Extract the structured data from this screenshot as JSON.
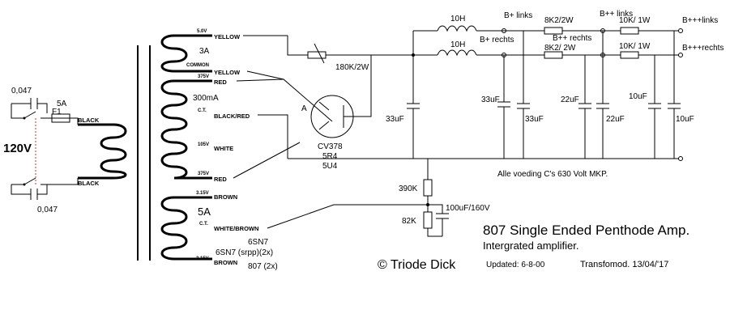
{
  "mains": {
    "voltage": "120V",
    "cap_top": "0,047",
    "cap_bottom": "0,047",
    "fuse": "F1",
    "fuse_rating": "5A",
    "wire_top": "BLACK",
    "wire_bottom": "BLACK"
  },
  "secondary_top": {
    "v1": "5.0V",
    "w1": "YELLOW",
    "current": "3A",
    "common": "COMMON",
    "w2": "YELLOW"
  },
  "secondary_hv": {
    "v1": "375V",
    "w1": "RED",
    "current": "300mA",
    "ct": "C.T.",
    "w_ct": "BLACK/RED",
    "v_mid": "105V",
    "w_mid": "WHITE",
    "v2": "375V",
    "w2": "RED"
  },
  "secondary_fil": {
    "v1": "3.15V",
    "w1": "BROWN",
    "current": "5A",
    "ct": "C.T.",
    "w_ct": "WHITE/BROWN",
    "v2": "3.15V",
    "w2": "BROWN"
  },
  "tubes": {
    "t1": "6SN7",
    "t2": "6SN7 (srpp)(2x)",
    "t3": "807 (2x)"
  },
  "rectifier": {
    "anode": "A",
    "name": "CV378",
    "alt1": "5R4",
    "alt2": "5U4",
    "resistor": "180K/2W"
  },
  "supply": {
    "choke1": "10H",
    "choke2": "10H",
    "c1": "33uF",
    "c2": "33uF",
    "c3": "33uF",
    "r1": "8K2/2W",
    "r2": "8K2/ 2W",
    "c4": "22uF",
    "c5": "22uF",
    "r3": "10K/ 1W",
    "r4": "10K/ 1W",
    "c6": "10uF",
    "c7": "10uF",
    "b1l": "B+ links",
    "b1r": "B+ rechts",
    "b2l": "B++ links",
    "b2r": "B++ rechts",
    "b3l": "B+++links",
    "b3r": "B+++rechts",
    "note": "Alle voeding C's 630 Volt MKP."
  },
  "bias": {
    "r1": "390K",
    "r2": "82K",
    "cap": "100uF/160V"
  },
  "title": {
    "main": "807 Single Ended  Penthode Amp.",
    "sub": "Intergrated amplifier.",
    "copyright": "© Triode Dick",
    "updated": "Updated: 6-8-00",
    "transformed": "Transfomod. 13/04/'17"
  }
}
